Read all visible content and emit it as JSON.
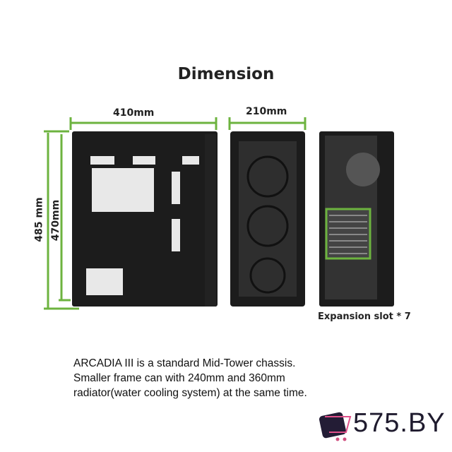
{
  "title": "Dimension",
  "dimensions": {
    "depth": "410mm",
    "width": "210mm",
    "height_total": "485 mm",
    "height_body": "470mm"
  },
  "expansion_label": "Expansion slot * 7",
  "description": [
    "ARCADIA III is a standard Mid-Tower chassis.",
    "Smaller frame can with 240mm and 360mm",
    "radiator(water cooling system) at the same time."
  ],
  "logo": {
    "text": "575.BY"
  },
  "colors": {
    "accent": "#6db33f",
    "case": "#1c1c1c"
  }
}
